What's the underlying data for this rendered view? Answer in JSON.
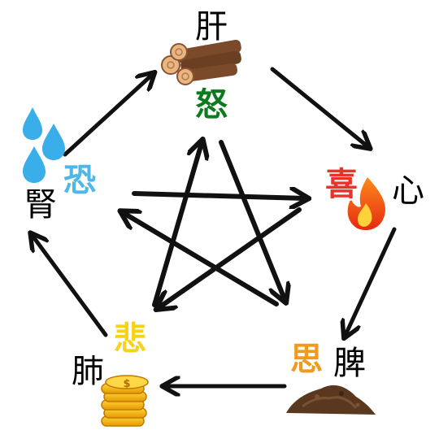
{
  "nodes": {
    "liver": {
      "organ": "肝",
      "emotion": "怒",
      "element_icon": "wood-logs-icon",
      "emotion_color": "#0d7a1e"
    },
    "heart": {
      "organ": "心",
      "emotion": "喜",
      "element_icon": "fire-icon",
      "emotion_color": "#e8332a"
    },
    "spleen": {
      "organ": "脾",
      "emotion": "思",
      "element_icon": "soil-pile-icon",
      "emotion_color": "#f39a1d"
    },
    "lung": {
      "organ": "肺",
      "emotion": "悲",
      "element_icon": "gold-coins-icon",
      "emotion_color": "#f7d21c"
    },
    "kidney": {
      "organ": "腎",
      "emotion": "恐",
      "element_icon": "water-drops-icon",
      "emotion_color": "#4fb6e8"
    }
  },
  "cycles": {
    "generating": [
      "liver",
      "heart",
      "spleen",
      "lung",
      "kidney"
    ],
    "controlling": [
      [
        "liver",
        "spleen"
      ],
      [
        "spleen",
        "kidney"
      ],
      [
        "kidney",
        "heart"
      ],
      [
        "heart",
        "lung"
      ],
      [
        "lung",
        "liver"
      ]
    ]
  },
  "coin_symbol": "$"
}
